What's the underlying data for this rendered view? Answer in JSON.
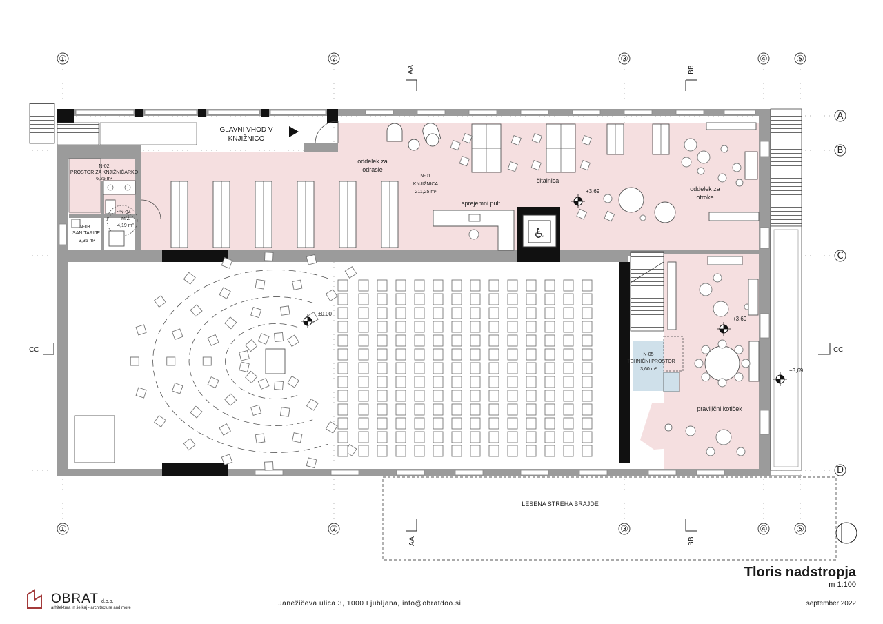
{
  "title": "Tloris nadstropja",
  "scale": "m 1:100",
  "date": "september 2022",
  "address": "Janežičeva ulica 3, 1000 Ljubljana, info@obratdoo.si",
  "logo": {
    "name": "OBRAT",
    "suffix": "d.o.o.",
    "tagline": "arhitektura in še kaj - architecture and more",
    "color": "#a33a3a"
  },
  "axes": {
    "columns": [
      "①",
      "②",
      "③",
      "④",
      "⑤"
    ],
    "rows": [
      "A",
      "B",
      "C",
      "D"
    ]
  },
  "sections": {
    "aa": "AA",
    "bb": "BB",
    "cc": "CC"
  },
  "entrance": {
    "line1": "GLAVNI VHOD V",
    "line2": "KNJIŽNICO"
  },
  "rooms": {
    "n02": {
      "code": "N-02",
      "name": "PROSTOR ZA KNJIŽNIČARKO",
      "area": "6,25 m²"
    },
    "n03": {
      "code": "N-03",
      "name": "SANITARIJE",
      "area": "3,35 m²"
    },
    "n04": {
      "code": "N-04",
      "name": "M/Ž",
      "area": "4,19 m²"
    },
    "n01": {
      "code": "N-01",
      "name": "KNJIŽNICA",
      "area": "211,25 m²"
    },
    "n05": {
      "code": "N-05",
      "name": "TEHNIČNI PROSTOR",
      "area": "3,60 m²"
    }
  },
  "labels": {
    "adults_1": "oddelek za",
    "adults_2": "odrasle",
    "reading": "čitalnica",
    "children_1": "oddelek za",
    "children_2": "otroke",
    "desk": "sprejemni pult",
    "story": "pravljični kotiček",
    "roof": "LESENA STREHA BRAJDE"
  },
  "elevations": {
    "library": "+3,69",
    "hall": "±0,00",
    "corner": "+3,69",
    "outside": "+3,69"
  },
  "colors": {
    "room_fill": "#f5dfe0",
    "wall": "#9b9b9b",
    "structure": "#111111",
    "tech_fill": "#cfe0ea"
  }
}
